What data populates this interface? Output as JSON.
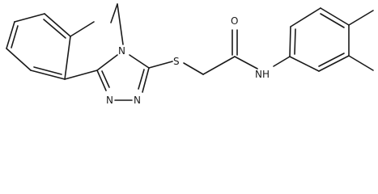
{
  "molecule": {
    "atoms": {
      "n_ring_top": "N",
      "n_ring_left": "N",
      "n_ring_right": "N",
      "s_thioether": "S",
      "o_carbonyl": "O",
      "nh_amide": "NH"
    }
  },
  "colors": {
    "bond": "#1a1a1a",
    "label": "#1a1a1a",
    "background": "#ffffff"
  }
}
